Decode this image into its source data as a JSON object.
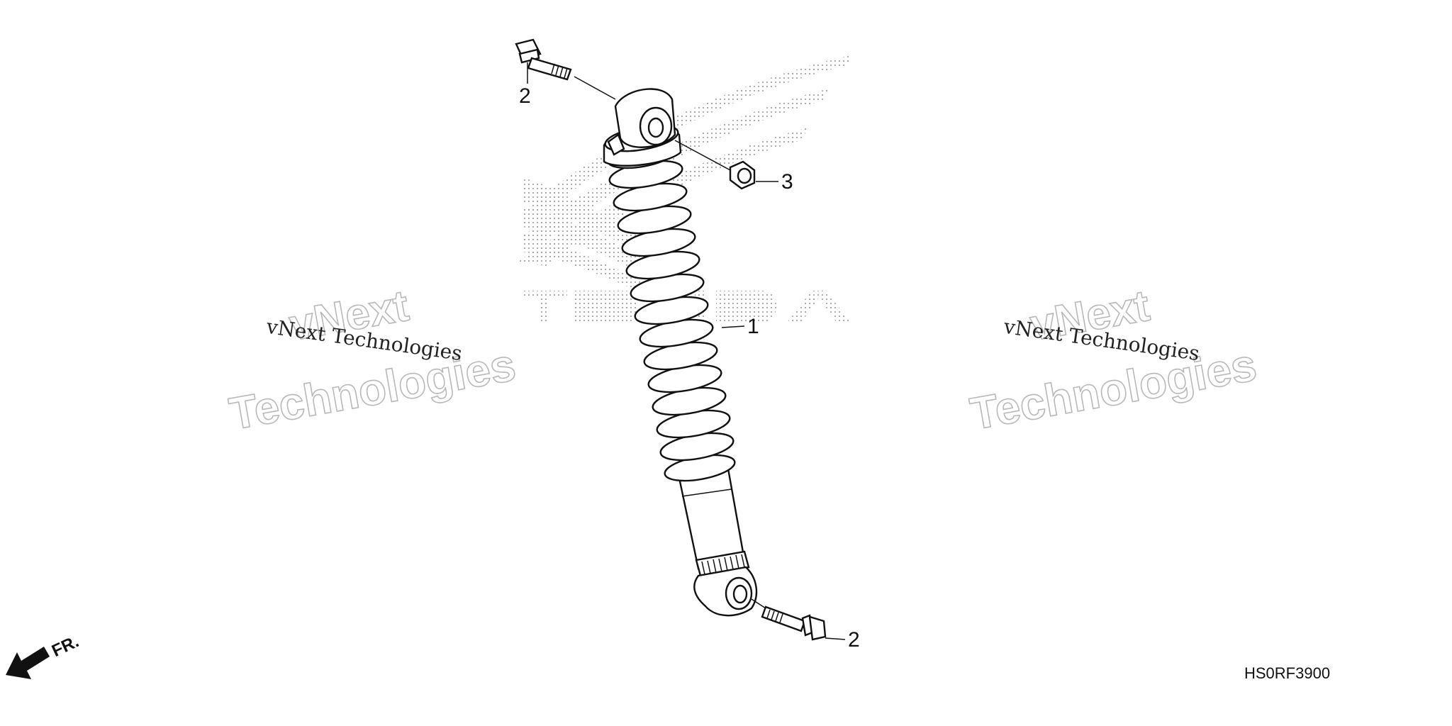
{
  "diagram": {
    "callouts": {
      "shock_absorber": "1",
      "upper_bolt": "2",
      "nut": "3",
      "lower_bolt": "2"
    },
    "part_code": "HS0RF3900",
    "front_indicator": "FR.",
    "watermarks": {
      "left_small": "vNext Technologies",
      "left_big_line1": "vNext",
      "left_big_line2": "Technologies",
      "right_small": "vNext Technologies",
      "right_big_line1": "vNext",
      "right_big_line2": "Technologies"
    },
    "background_logo": "honda-wing-logo",
    "colors": {
      "ink": "#111111",
      "watermark_outline": "#b8b8b8",
      "logo_dots": "#9a9a9a"
    }
  }
}
